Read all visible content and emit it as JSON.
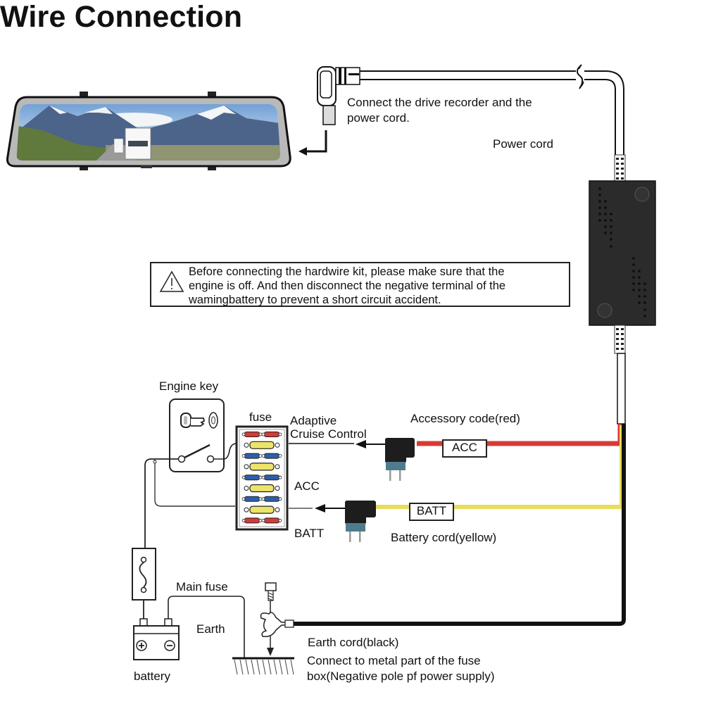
{
  "title": "Wire Connection",
  "labels": {
    "connect_recorder_line1": "Connect the drive recorder and the",
    "connect_recorder_line2": "power cord.",
    "power_cord": "Power cord",
    "engine_key": "Engine key",
    "fuse": "fuse",
    "adaptive_line1": "Adaptive",
    "adaptive_line2": "Cruise Control",
    "acc": "ACC",
    "batt": "BATT",
    "accessory_cord": "Accessory code(red)",
    "battery_cord": "Battery cord(yellow)",
    "main_fuse": "Main fuse",
    "earth": "Earth",
    "battery": "battery",
    "earth_cord": "Earth cord(black)",
    "earth_connect_line1": "Connect to metal part of the fuse",
    "earth_connect_line2": "box(Negative pole pf power supply)"
  },
  "warning": {
    "icon": "warning-triangle-icon",
    "line1": "Before connecting the hardwire kit, please make sure that the",
    "line2": "engine is off. And then disconnect the negative terminal of the",
    "line3": "wamingbattery to prevent a short circuit accident."
  },
  "tags": {
    "acc": "ACC",
    "batt": "BATT"
  },
  "colors": {
    "acc_wire": "#d93a36",
    "batt_wire": "#e8dc5a",
    "earth_wire": "#111111",
    "fuse_red": "#d23b3b",
    "fuse_yellow": "#ece36a",
    "fuse_blue": "#2f5ea8",
    "converter_box": "#2b2b2b"
  },
  "fuse_rows": [
    "red-pair",
    "yellow",
    "blue-pair",
    "yellow",
    "blue-pair",
    "yellow",
    "blue-pair",
    "yellow",
    "red-pair"
  ]
}
